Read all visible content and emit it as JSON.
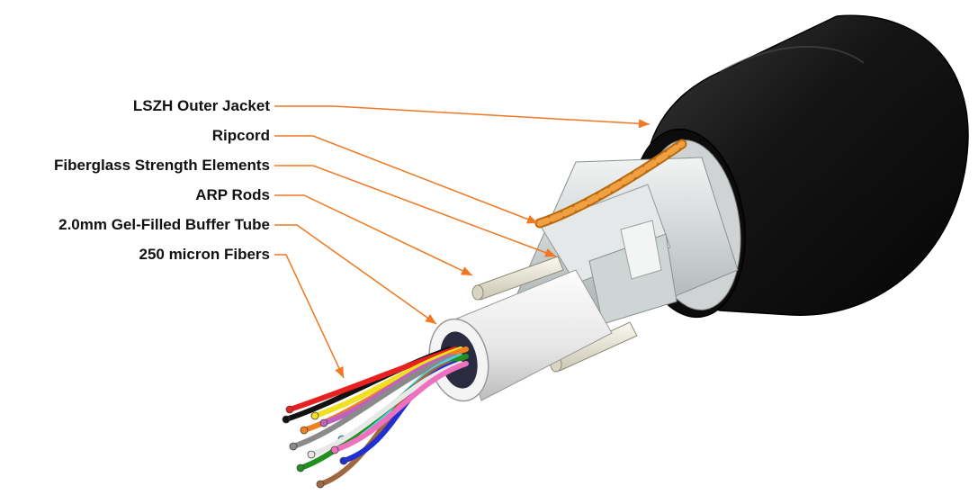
{
  "callouts": [
    {
      "id": "outer-jacket",
      "label": "LSZH Outer Jacket"
    },
    {
      "id": "ripcord",
      "label": "Ripcord"
    },
    {
      "id": "fiberglass",
      "label": "Fiberglass Strength Elements"
    },
    {
      "id": "arp-rods",
      "label": "ARP Rods"
    },
    {
      "id": "buffer-tube",
      "label": "2.0mm Gel-Filled Buffer Tube"
    },
    {
      "id": "fibers",
      "label": "250 micron Fibers"
    }
  ],
  "colors": {
    "leader": "#f07820",
    "jacket": "#111111",
    "ripcord": "#e8902a",
    "strength": "#d8dcdc",
    "tube": "#eeeeee",
    "rod": "#ece9d8"
  },
  "fiber_colors": [
    "#111111",
    "#e82020",
    "#f0e020",
    "#f08020",
    "#c060c0",
    "#8a8a8a",
    "#50d0e0",
    "#209020",
    "#a06840",
    "#2030d0",
    "#e8e8e8",
    "#f070c0"
  ]
}
